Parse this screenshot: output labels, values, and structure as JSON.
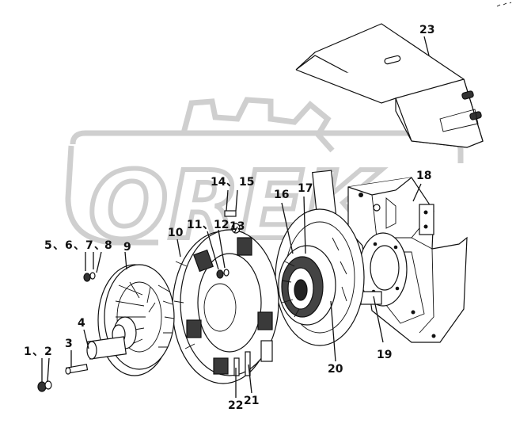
{
  "diagram": {
    "callouts": [
      {
        "id": "c1",
        "text": "1"
      },
      {
        "id": "c2",
        "text": "2"
      },
      {
        "id": "c3",
        "text": "3"
      },
      {
        "id": "c4",
        "text": "4"
      },
      {
        "id": "c5",
        "text": "5"
      },
      {
        "id": "c6",
        "text": "6"
      },
      {
        "id": "c7",
        "text": "7"
      },
      {
        "id": "c8",
        "text": "8"
      },
      {
        "id": "c9",
        "text": "9"
      },
      {
        "id": "c10",
        "text": "10"
      },
      {
        "id": "c11",
        "text": "11"
      },
      {
        "id": "c12",
        "text": "12"
      },
      {
        "id": "c13",
        "text": "13"
      },
      {
        "id": "c14",
        "text": "14"
      },
      {
        "id": "c15",
        "text": "15"
      },
      {
        "id": "c16",
        "text": "16"
      },
      {
        "id": "c17",
        "text": "17"
      },
      {
        "id": "c18",
        "text": "18"
      },
      {
        "id": "c19",
        "text": "19"
      },
      {
        "id": "c20",
        "text": "20"
      },
      {
        "id": "c21",
        "text": "21"
      },
      {
        "id": "c22",
        "text": "22"
      },
      {
        "id": "c23",
        "text": "23"
      }
    ],
    "separator": "、",
    "watermark": "OREK",
    "colors": {
      "line": "#111111",
      "watermark": "#cfcfcf",
      "shade": "#3a3a3a",
      "fill": "#ffffff"
    }
  }
}
